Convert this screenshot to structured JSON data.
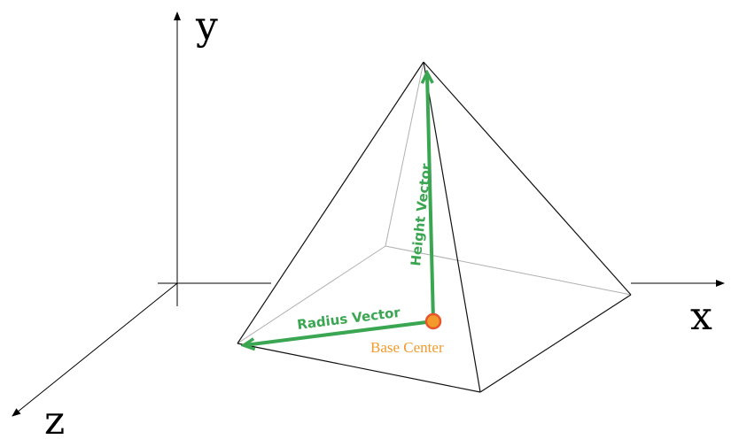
{
  "axes": {
    "x_label": "x",
    "y_label": "y",
    "z_label": "z"
  },
  "labels": {
    "height_vector": "Height Vector",
    "radius_vector": "Radius Vector",
    "base_center": "Base Center"
  },
  "colors": {
    "vector": "#3aa652",
    "base_center_fill": "#f39a2d",
    "base_center_stroke": "#e8562a",
    "base_center_text": "#f39a2d",
    "pyramid_edge": "#111111",
    "hidden_edge": "#b0b0b0"
  }
}
